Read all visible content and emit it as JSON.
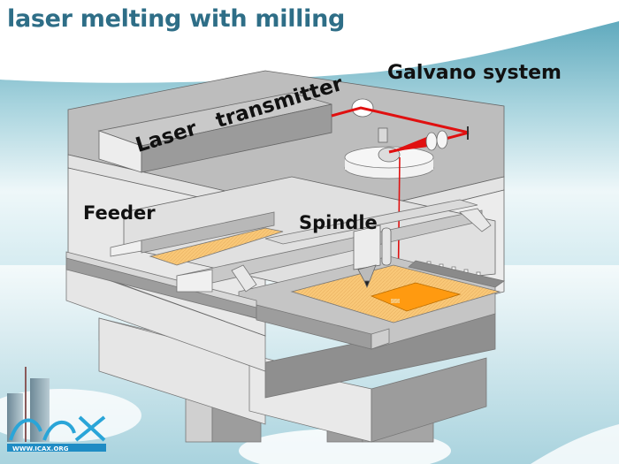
{
  "slide": {
    "title": "laser melting with milling",
    "title_color": "#2e6e87"
  },
  "labels": {
    "galvano": "Galvano system",
    "laser_transmitter": "Laser   transmitter",
    "feeder": "Feeder",
    "spindle": "Spindle"
  },
  "logo": {
    "name": "ICAX",
    "url": "WWW.ICAX.ORG"
  },
  "colors": {
    "sky_top": "#6fb5c6",
    "sky_bottom": "#f4fafb",
    "laser": "#e01010",
    "powder": "#f9c878",
    "part": "#ff9a10",
    "machine_light": "#e8e8e8",
    "machine_mid": "#bdbdbd",
    "machine_dark": "#8e8e8e"
  }
}
